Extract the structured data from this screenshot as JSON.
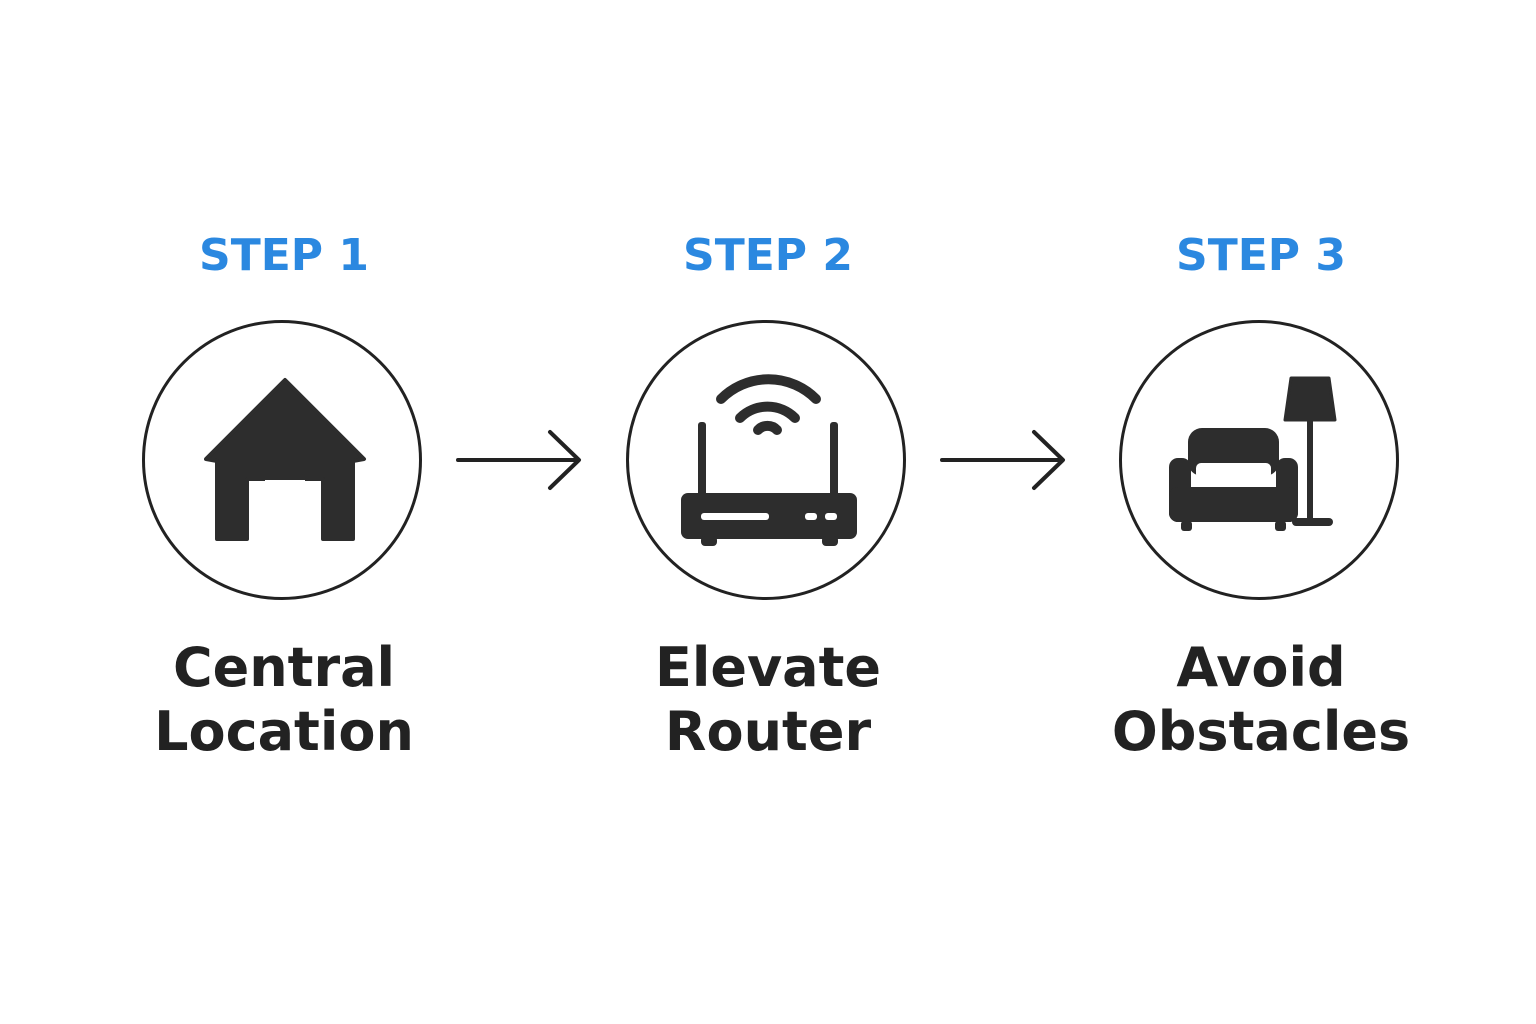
{
  "colors": {
    "accent": "#2b88e0",
    "ink": "#222222",
    "background": "#ffffff"
  },
  "steps": [
    {
      "heading": "STEP 1",
      "icon": "house-icon",
      "label_lines": [
        "Central",
        "Location"
      ]
    },
    {
      "heading": "STEP 2",
      "icon": "wifi-router-icon",
      "label_lines": [
        "Elevate",
        "Router"
      ]
    },
    {
      "heading": "STEP 3",
      "icon": "armchair-lamp-icon",
      "label_lines": [
        "Avoid",
        "Obstacles"
      ]
    }
  ],
  "connectors": [
    "arrow-right-icon",
    "arrow-right-icon"
  ]
}
